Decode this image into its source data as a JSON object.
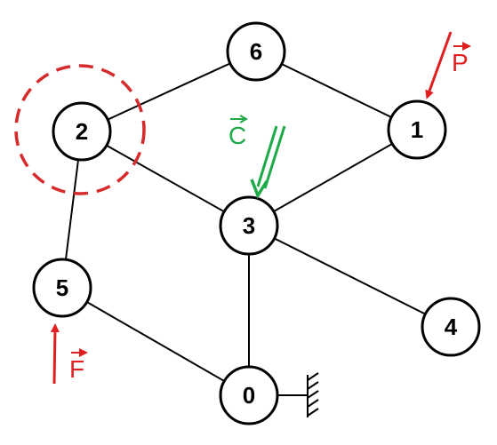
{
  "nodes": [
    {
      "id": "n6",
      "label": "6"
    },
    {
      "id": "n2",
      "label": "2"
    },
    {
      "id": "n1",
      "label": "1"
    },
    {
      "id": "n3",
      "label": "3"
    },
    {
      "id": "n5",
      "label": "5"
    },
    {
      "id": "n4",
      "label": "4"
    },
    {
      "id": "n0",
      "label": "0"
    }
  ],
  "edges": [
    [
      "n6",
      "n2"
    ],
    [
      "n6",
      "n1"
    ],
    [
      "n2",
      "n3"
    ],
    [
      "n1",
      "n3"
    ],
    [
      "n2",
      "n5"
    ],
    [
      "n3",
      "n4"
    ],
    [
      "n3",
      "n0"
    ],
    [
      "n5",
      "n0"
    ]
  ],
  "forces": {
    "P": {
      "label": "P",
      "color": "#e02020",
      "applied_to": "1"
    },
    "C": {
      "label": "C",
      "color": "#1faa4a",
      "applied_to": "3"
    },
    "F": {
      "label": "F",
      "color": "#e02020",
      "applied_to": "5"
    }
  },
  "highlight": {
    "node": "2",
    "color": "#d62b2b",
    "style": "dashed circle"
  },
  "support": {
    "node": "0",
    "type": "fixed"
  }
}
